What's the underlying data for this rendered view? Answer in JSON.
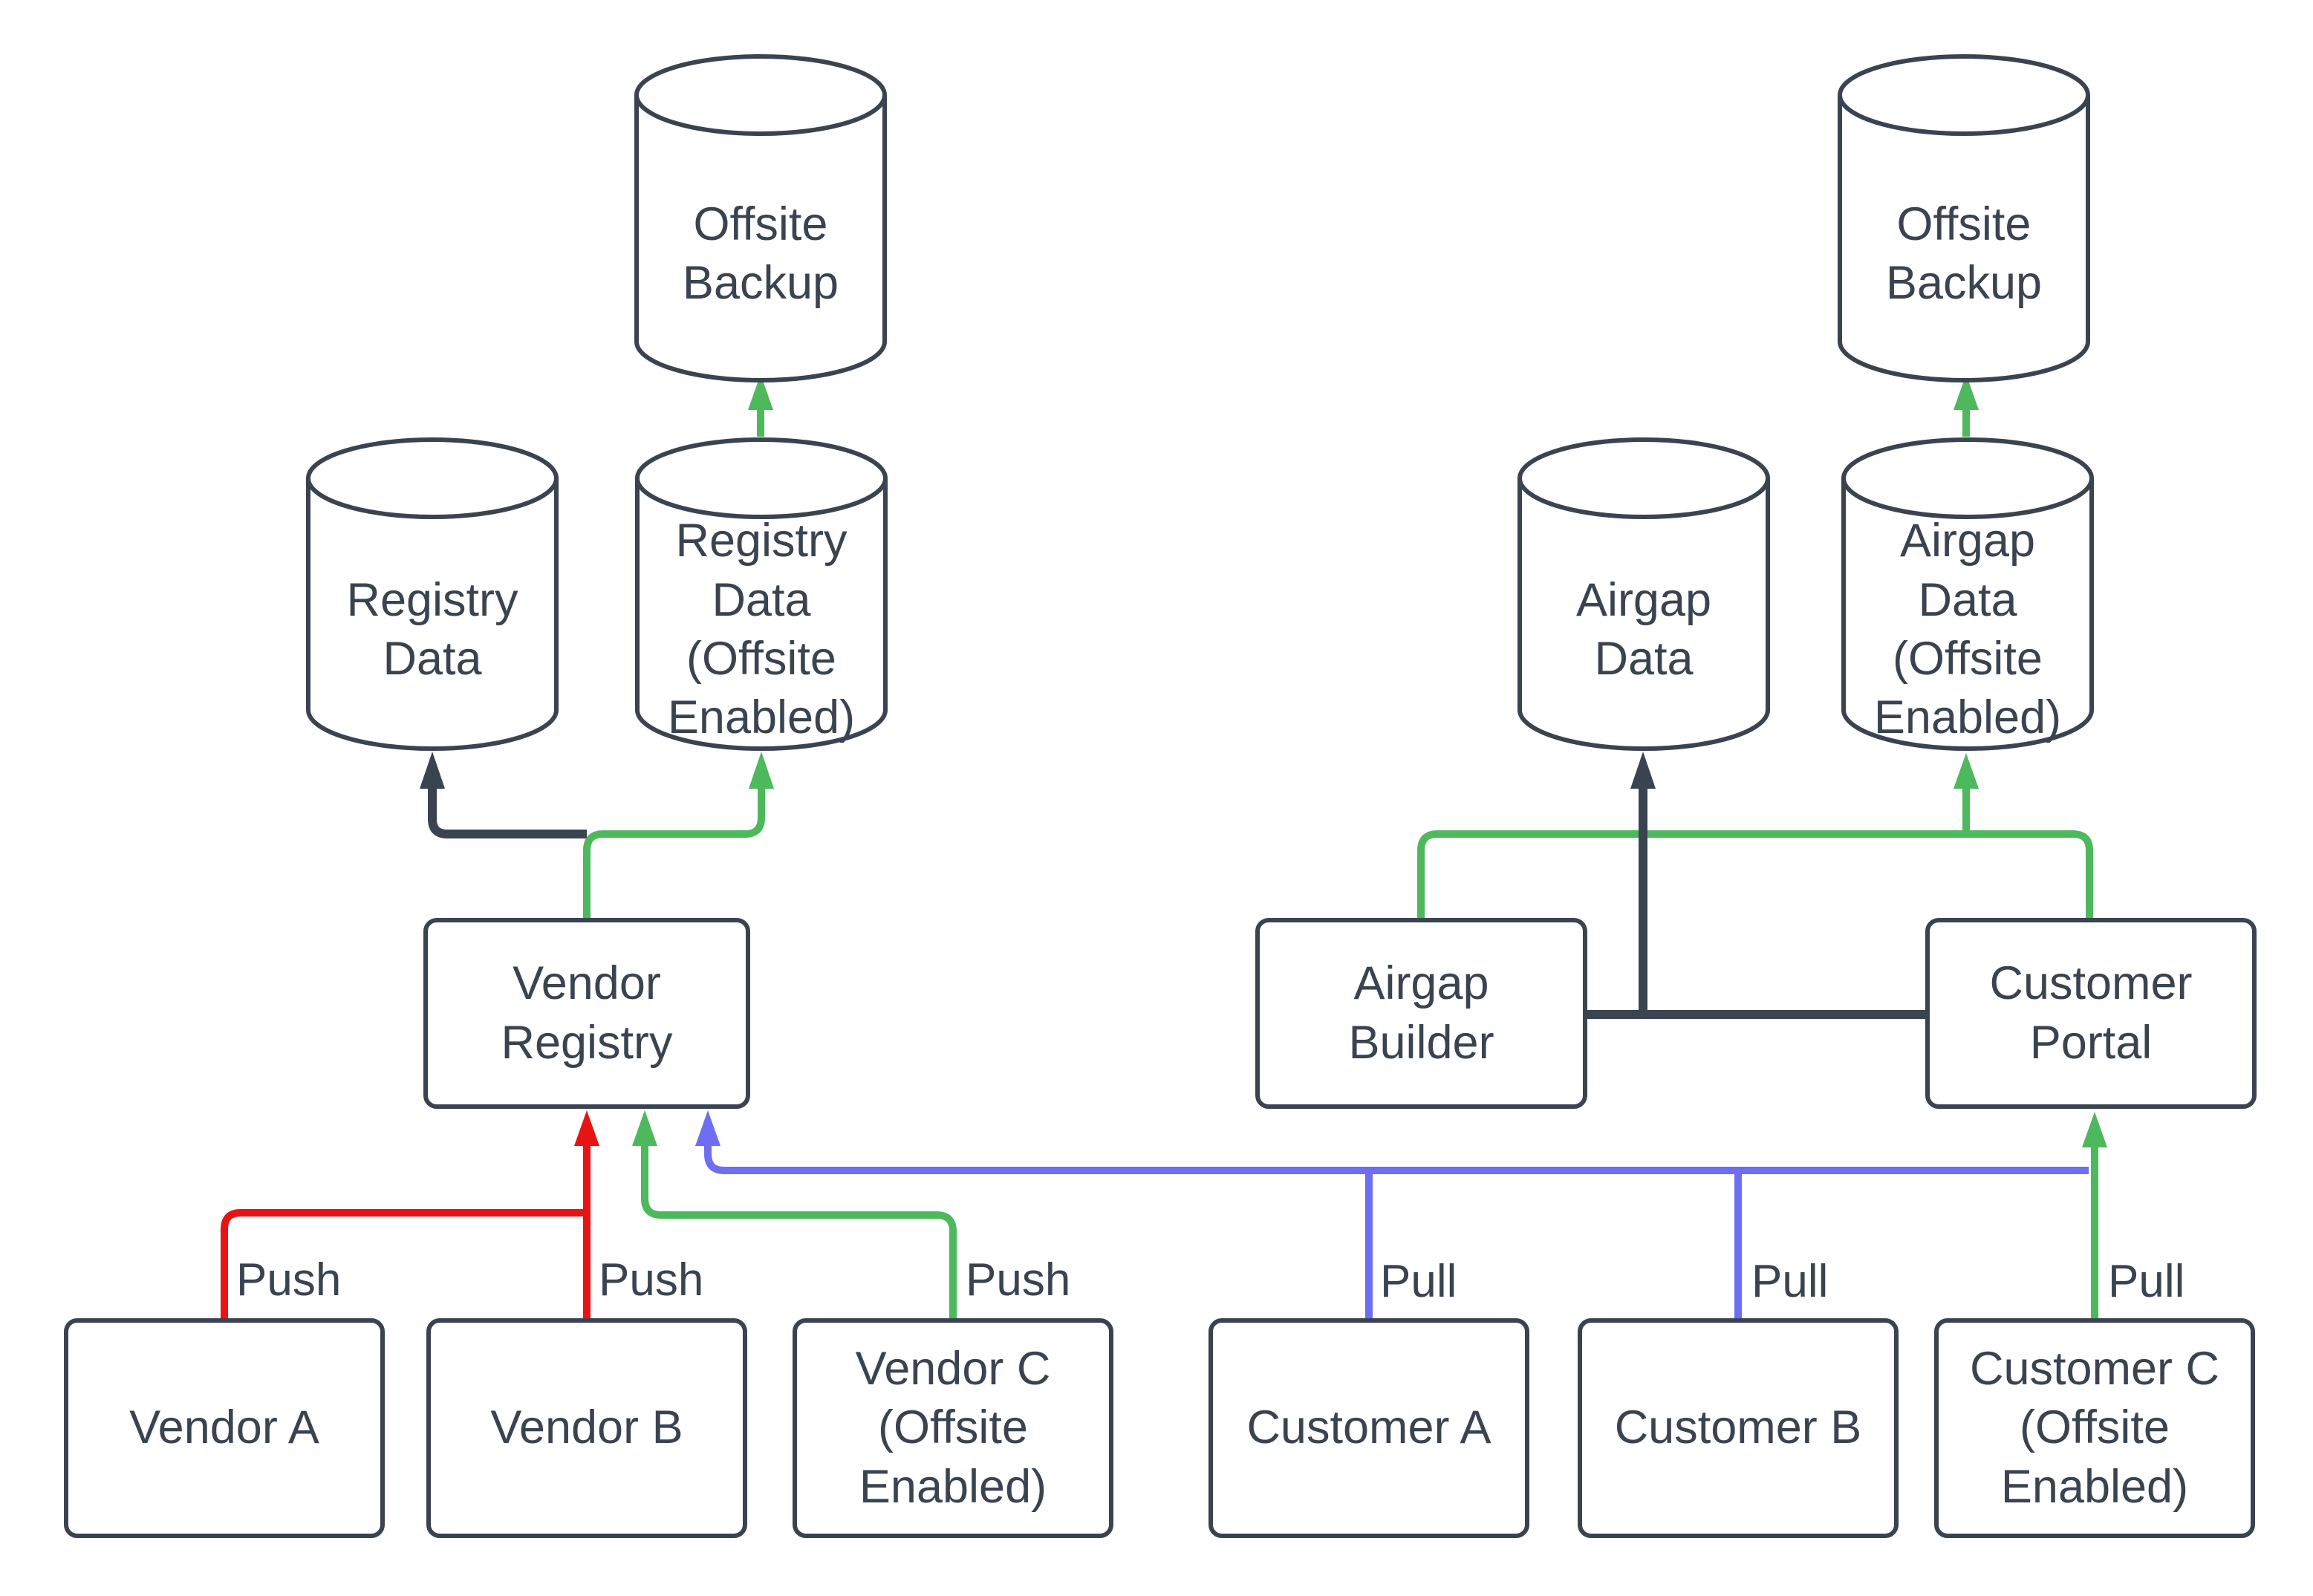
{
  "colors": {
    "dark": "#3a4350",
    "red": "#e91313",
    "green": "#4db85c",
    "blue": "#6e6ef3",
    "bg": "#ffffff"
  },
  "nodes": {
    "offsite_backup_left": "Offsite\nBackup",
    "registry_data": "Registry\nData",
    "registry_data_offsite": "Registry\nData\n(Offsite\nEnabled)",
    "vendor_registry": "Vendor\nRegistry",
    "vendor_a": "Vendor A",
    "vendor_b": "Vendor B",
    "vendor_c": "Vendor C\n(Offsite\nEnabled)",
    "offsite_backup_right": "Offsite\nBackup",
    "airgap_data": "Airgap\nData",
    "airgap_data_offsite": "Airgap\nData\n(Offsite\nEnabled)",
    "airgap_builder": "Airgap\nBuilder",
    "customer_portal": "Customer\nPortal",
    "customer_a": "Customer A",
    "customer_b": "Customer B",
    "customer_c": "Customer C\n(Offsite\nEnabled)"
  },
  "edges": [
    {
      "from": "vendor_a",
      "to": "vendor_registry",
      "color": "red",
      "label": "Push"
    },
    {
      "from": "vendor_b",
      "to": "vendor_registry",
      "color": "red",
      "label": "Push"
    },
    {
      "from": "vendor_c",
      "to": "vendor_registry",
      "color": "green",
      "label": "Push"
    },
    {
      "from": "customer_a",
      "to": "vendor_registry",
      "color": "blue",
      "label": "Pull"
    },
    {
      "from": "customer_b",
      "to": "vendor_registry",
      "color": "blue",
      "label": "Pull"
    },
    {
      "from": "customer_c",
      "to": "customer_portal",
      "color": "green",
      "label": "Pull"
    },
    {
      "from": "vendor_registry",
      "to": "registry_data",
      "color": "dark",
      "label": ""
    },
    {
      "from": "vendor_registry",
      "to": "registry_data_offsite",
      "color": "green",
      "label": ""
    },
    {
      "from": "registry_data_offsite",
      "to": "offsite_backup_left",
      "color": "green",
      "label": ""
    },
    {
      "from": "customer_portal",
      "to": "airgap_data",
      "color": "dark",
      "label": ""
    },
    {
      "from": "airgap_builder",
      "to": "airgap_data_offsite",
      "color": "green",
      "label": ""
    },
    {
      "from": "customer_portal",
      "to": "airgap_data_offsite",
      "color": "green",
      "label": ""
    },
    {
      "from": "airgap_data_offsite",
      "to": "offsite_backup_right",
      "color": "green",
      "label": ""
    }
  ]
}
